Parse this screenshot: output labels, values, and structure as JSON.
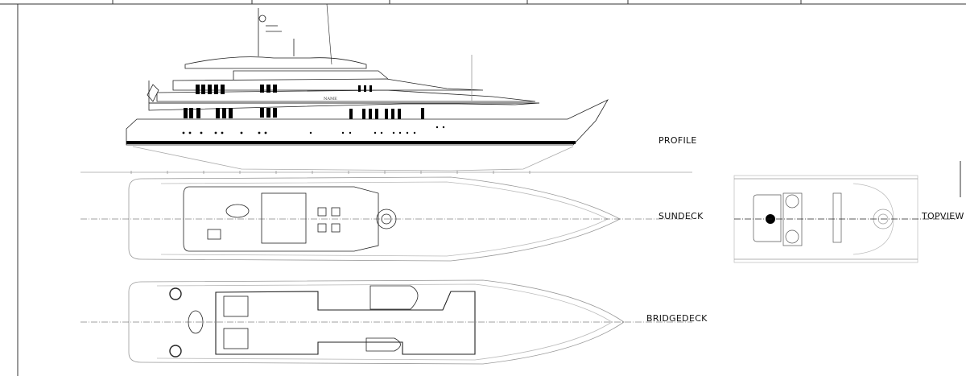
{
  "drawing": {
    "views": {
      "profile": "PROFILE",
      "sundeck": "SUNDECK",
      "bridgedeck": "BRIDGEDECK",
      "topview": "TOPVIEW"
    },
    "hull_name": "NAME"
  },
  "colors": {
    "line": "#222222",
    "light_line": "#9a9a9a",
    "fill_dark": "#000000",
    "background": "#ffffff"
  }
}
